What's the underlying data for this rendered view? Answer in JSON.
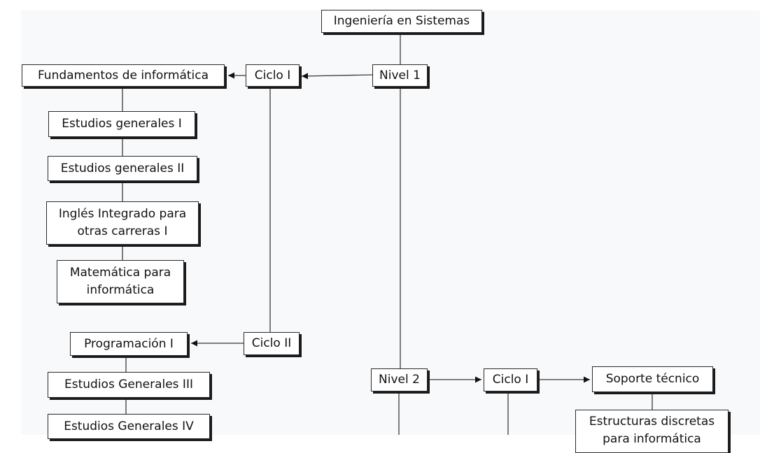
{
  "diagram": {
    "nodes": {
      "root": "Ingeniería en Sistemas",
      "nivel1": "Nivel 1",
      "n1_ciclo1": "Ciclo I",
      "fundamentos": "Fundamentos de informática",
      "eg1": "Estudios generales I",
      "eg2": "Estudios generales II",
      "ingles": "Inglés Integrado para otras carreras I",
      "matematica": "Matemática para informática",
      "n1_ciclo2": "Ciclo II",
      "programacion": "Programación I",
      "eg3": "Estudios Generales III",
      "eg4": "Estudios Generales IV",
      "nivel2": "Nivel 2",
      "n2_ciclo1": "Ciclo I",
      "soporte": "Soporte técnico",
      "estructuras": "Estructuras discretas para informática"
    },
    "colors": {
      "background": "#f7f9fb",
      "box": "#ffffff",
      "border": "#2a2a2a",
      "line": "#3a3a3a"
    }
  }
}
